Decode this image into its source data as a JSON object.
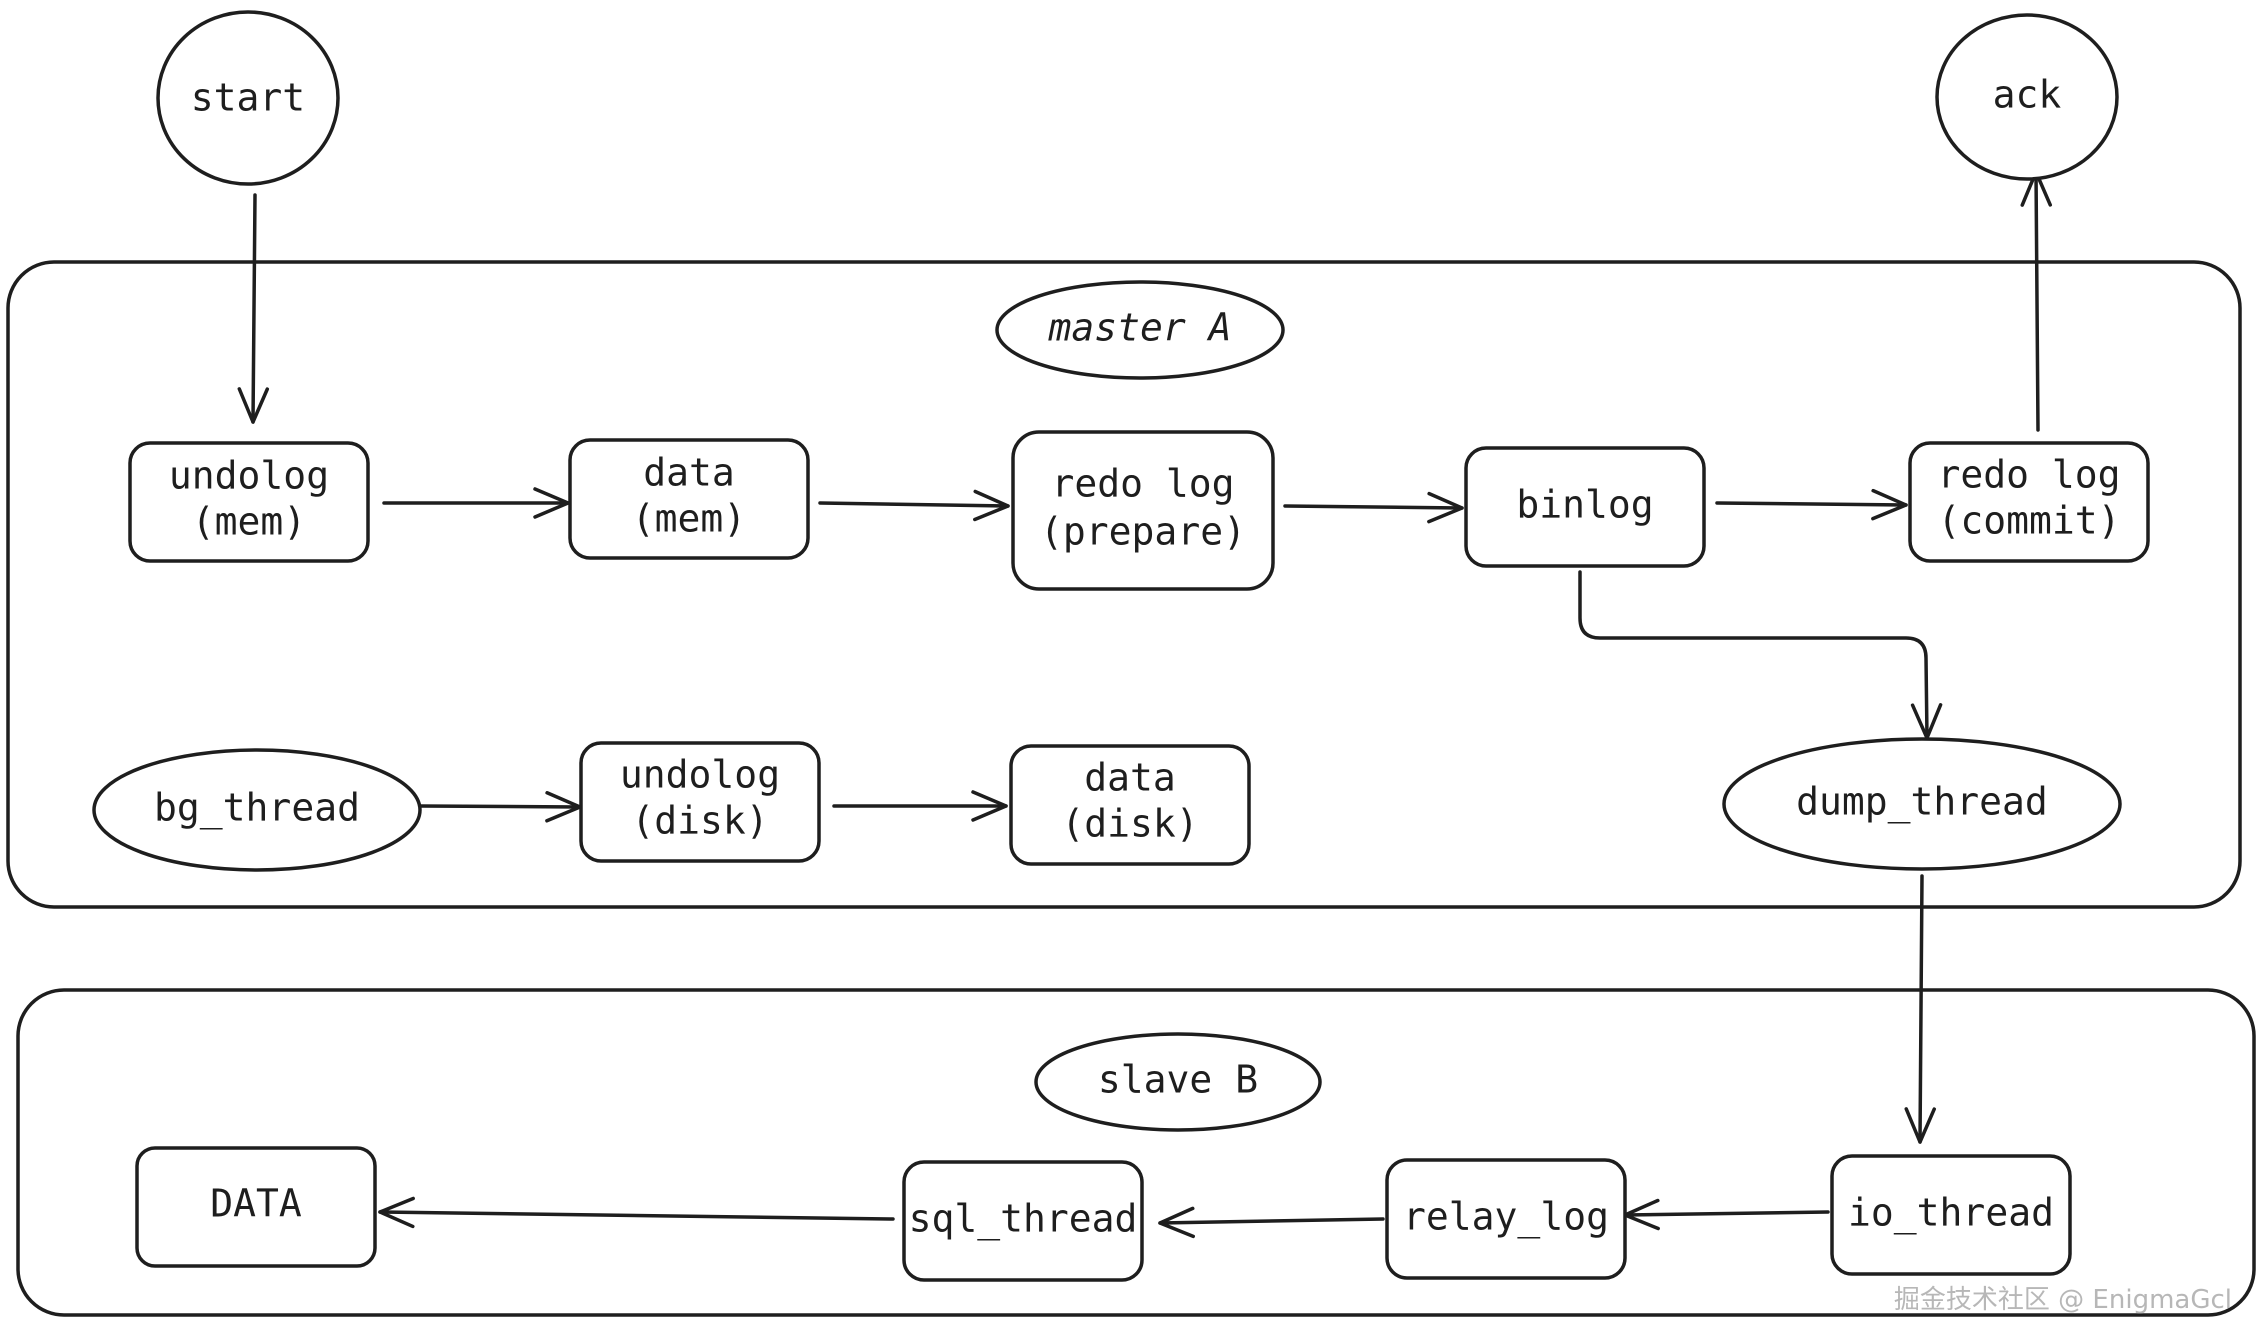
{
  "nodes": {
    "start": "start",
    "ack": "ack",
    "master_title": "master A",
    "undolog_mem": [
      "undolog",
      "(mem)"
    ],
    "data_mem": [
      "data",
      "(mem)"
    ],
    "redo_prepare": [
      "redo log",
      "(prepare)"
    ],
    "binlog": "binlog",
    "redo_commit": [
      "redo log",
      "(commit)"
    ],
    "bg_thread": "bg_thread",
    "undolog_disk": [
      "undolog",
      "(disk)"
    ],
    "data_disk": [
      "data",
      "(disk)"
    ],
    "dump_thread": "dump_thread",
    "slave_title": "slave B",
    "data_upper": "DATA",
    "sql_thread": "sql_thread",
    "relay_log": "relay_log",
    "io_thread": "io_thread"
  },
  "watermark": "掘金技术社区 @ EnigmaGcl"
}
